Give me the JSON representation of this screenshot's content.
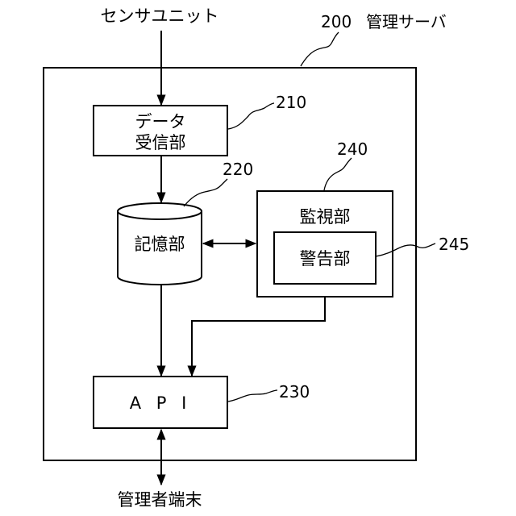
{
  "diagram": {
    "input_label": "センサユニット",
    "server": {
      "ref": "200",
      "label": "管理サーバ"
    },
    "data_receiver": {
      "ref": "210",
      "line1": "データ",
      "line2": "受信部"
    },
    "storage": {
      "ref": "220",
      "label": "記憶部"
    },
    "monitor": {
      "ref": "240",
      "label": "監視部"
    },
    "alarm": {
      "ref": "245",
      "label": "警告部"
    },
    "api": {
      "ref": "230",
      "label": "A P I"
    },
    "terminal_label": "管理者端末"
  }
}
